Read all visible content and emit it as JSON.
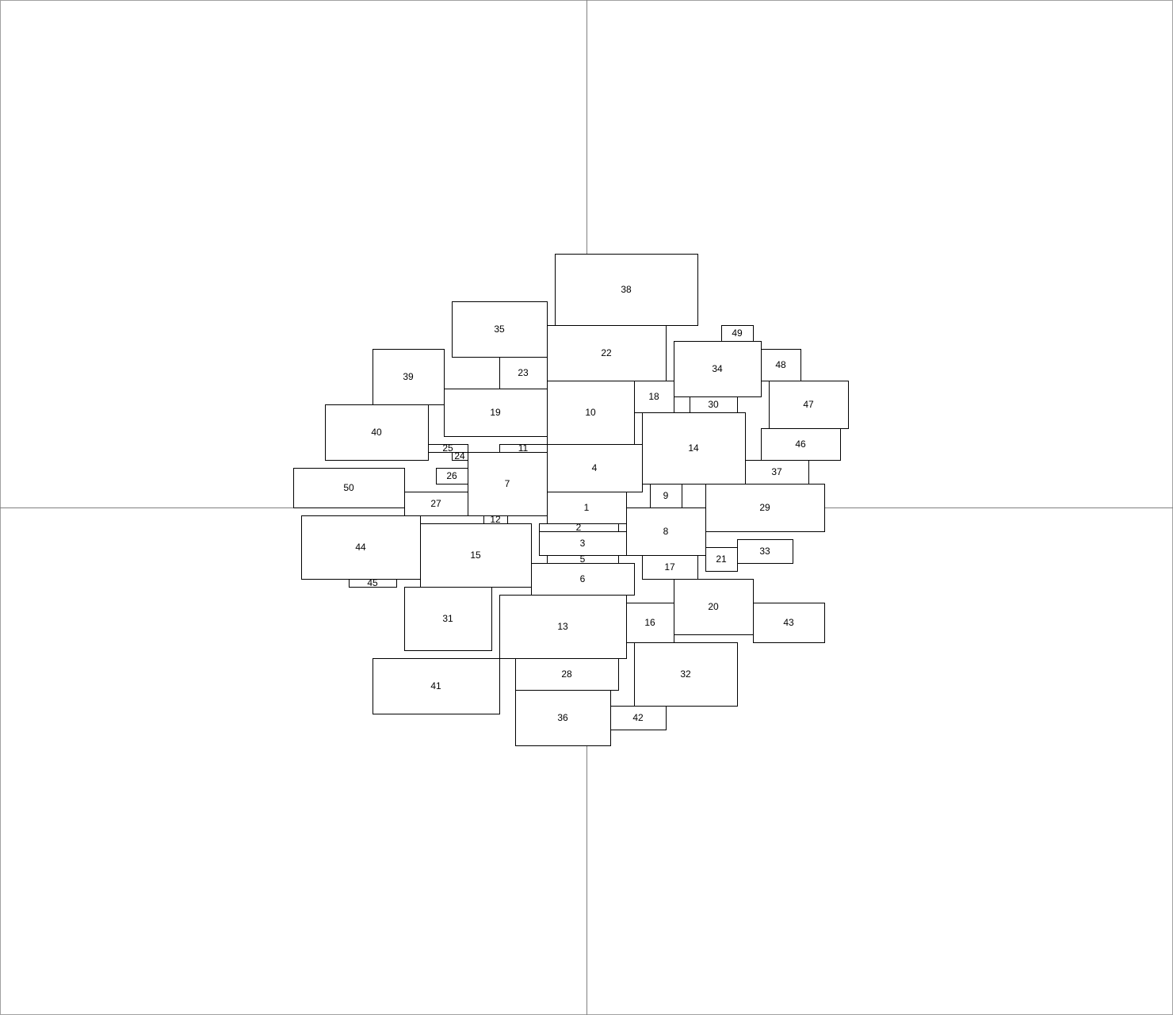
{
  "diagram": {
    "colors": {
      "background": "#ffffff",
      "box_stroke": "#000000",
      "box_fill": "#ffffff",
      "axis_line": "#808080",
      "frame": "#a0a0a0"
    },
    "boxes": [
      {
        "label": "1"
      },
      {
        "label": "2"
      },
      {
        "label": "3"
      },
      {
        "label": "4"
      },
      {
        "label": "5"
      },
      {
        "label": "6"
      },
      {
        "label": "7"
      },
      {
        "label": "8"
      },
      {
        "label": "9"
      },
      {
        "label": "10"
      },
      {
        "label": "11"
      },
      {
        "label": "12"
      },
      {
        "label": "13"
      },
      {
        "label": "14"
      },
      {
        "label": "15"
      },
      {
        "label": "16"
      },
      {
        "label": "17"
      },
      {
        "label": "18"
      },
      {
        "label": "19"
      },
      {
        "label": "20"
      },
      {
        "label": "21"
      },
      {
        "label": "22"
      },
      {
        "label": "23"
      },
      {
        "label": "24"
      },
      {
        "label": "25"
      },
      {
        "label": "26"
      },
      {
        "label": "27"
      },
      {
        "label": "28"
      },
      {
        "label": "29"
      },
      {
        "label": "30"
      },
      {
        "label": "31"
      },
      {
        "label": "32"
      },
      {
        "label": "33"
      },
      {
        "label": "34"
      },
      {
        "label": "35"
      },
      {
        "label": "36"
      },
      {
        "label": "37"
      },
      {
        "label": "38"
      },
      {
        "label": "39"
      },
      {
        "label": "40"
      },
      {
        "label": "41"
      },
      {
        "label": "42"
      },
      {
        "label": "43"
      },
      {
        "label": "44"
      },
      {
        "label": "45"
      },
      {
        "label": "46"
      },
      {
        "label": "47"
      },
      {
        "label": "48"
      },
      {
        "label": "49"
      },
      {
        "label": "50"
      }
    ]
  }
}
